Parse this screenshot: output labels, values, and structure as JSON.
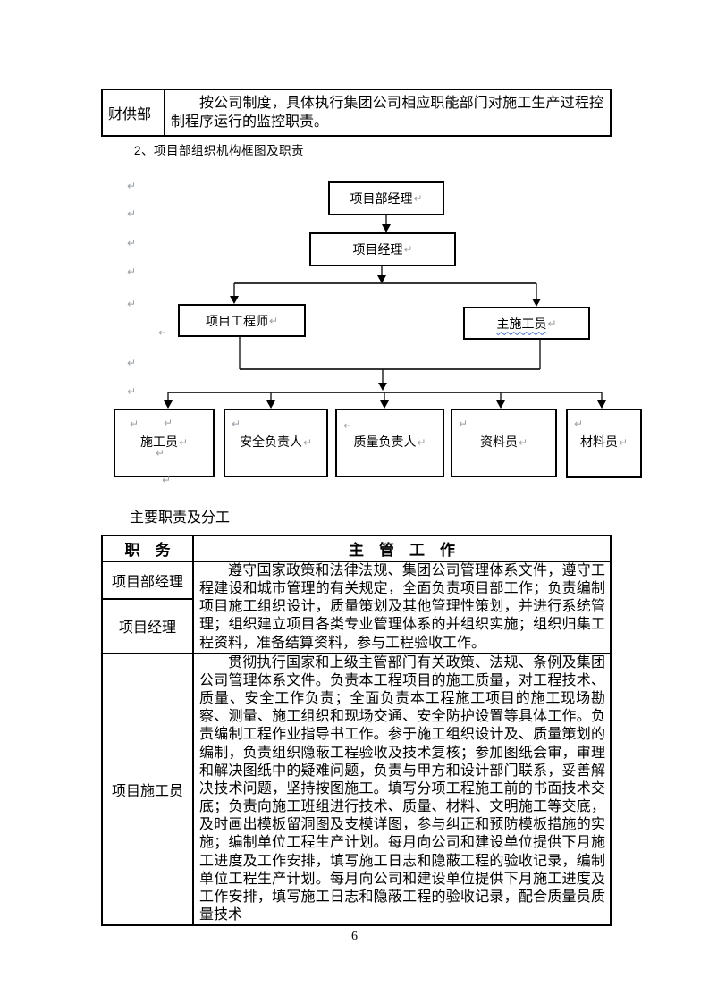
{
  "top_table": {
    "role": "财供部",
    "duty": "按公司制度，具体执行集团公司相应职能部门对施工生产过程控制程序运行的监控职责。"
  },
  "heading": "2、项目部组织机构框图及职责",
  "org_chart": {
    "pilcrow": "↵",
    "squiggle_color": "#3a66c4",
    "nodes": {
      "level1": "项目部经理",
      "level2": "项目经理",
      "level3_left": "项目工程师 ",
      "level3_right": "主施工员",
      "level4": [
        "施工员",
        "安全负责人",
        "质量负责人",
        "资料员",
        "材料员"
      ]
    }
  },
  "section_title": "主要职责及分工",
  "duty_table": {
    "col_role": "职　务",
    "col_work": "主　管　工　作",
    "rows": [
      {
        "role": "项目部经理"
      },
      {
        "role": "项目经理"
      },
      {
        "role": "项目施工员"
      }
    ],
    "merged_duty": "遵守国家政策和法律法规、集团公司管理体系文件，遵守工程建设和城市管理的有关规定，全面负责项目部工作；负责编制项目施工组织设计，质量策划及其他管理性策划，并进行系统管理；组织建立项目各类专业管理体系的并组织实施；组织归集工程资料，准备结算资料，参与工程验收工作。",
    "duty_3": "贯彻执行国家和上级主管部门有关政策、法规、条例及集团公司管理体系文件。负责本工程项目的施工质量，对工程技术、质量、安全工作负责；全面负责本工程施工项目的施工现场勘察、测量、施工组织和现场交通、安全防护设置等具体工作。负责编制工程作业指导书工作。参于施工组织设计及、质量策划的编制，负责组织隐蔽工程验收及技术复核；参加图纸会审，审理和解决图纸中的疑难问题，负责与甲方和设计部门联系，妥善解决技术问题，坚持按图施工。填写分项工程施工前的书面技术交底；负责向施工班组进行技术、质量、材料、文明施工等交底，及时画出模板留洞图及支模详图，参与纠正和预防模板措施的实施；编制单位工程生产计划。每月向公司和建设单位提供下月施工进度及工作安排，填写施工日志和隐蔽工程的验收记录，编制单位工程生产计划。每月向公司和建设单位提供下月施工进度及工作安排，填写施工日志和隐蔽工程的验收记录，配合质量员质量技术"
  },
  "page": {
    "number": "6"
  }
}
